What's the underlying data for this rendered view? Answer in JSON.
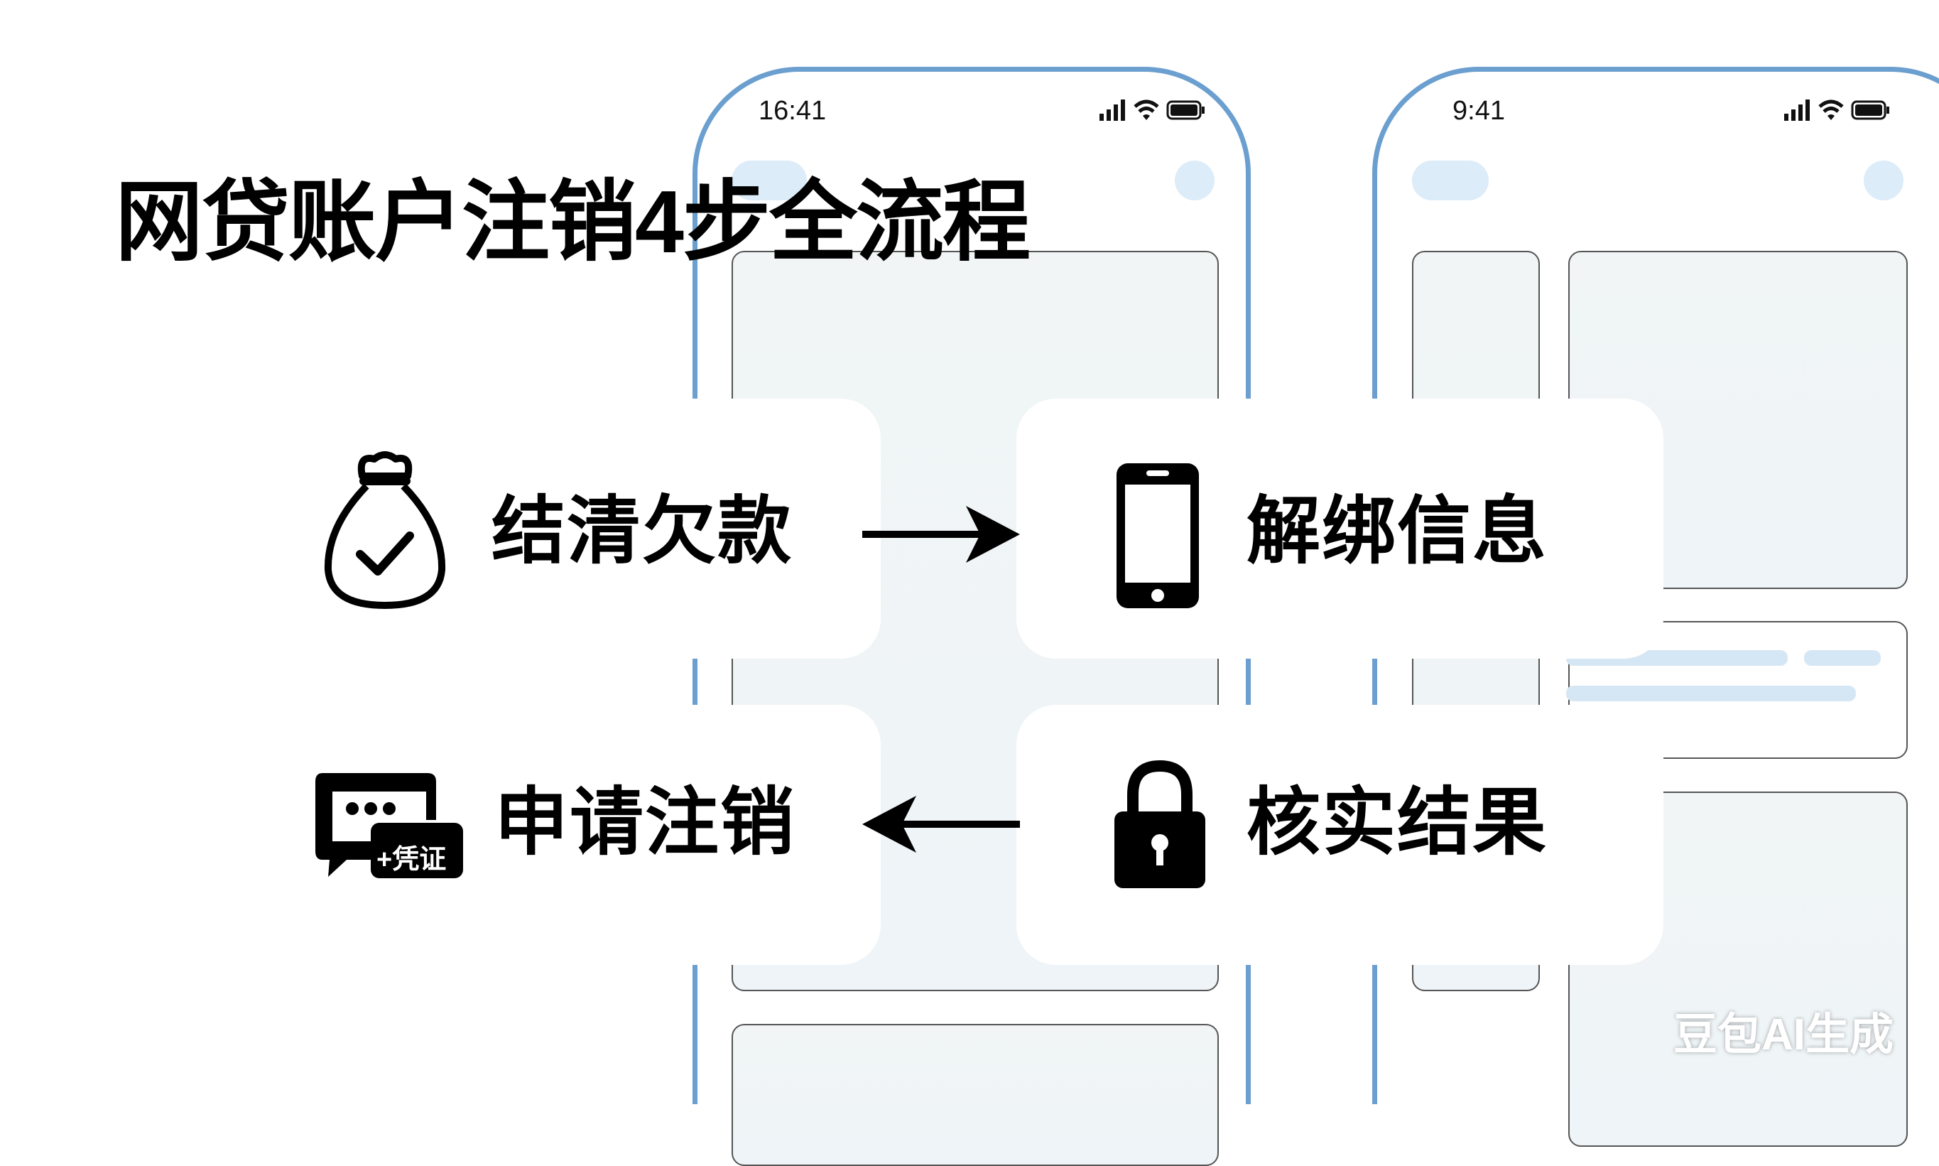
{
  "title": "网贷账户注销4步全流程",
  "phones": [
    {
      "time": "16:41"
    },
    {
      "time": "9:41"
    }
  ],
  "steps": [
    {
      "label": "结清欠款",
      "icon": "money-bag-check-icon"
    },
    {
      "label": "解绑信息",
      "icon": "smartphone-icon"
    },
    {
      "label": "核实结果",
      "icon": "padlock-icon"
    },
    {
      "label": "申请注销",
      "icon": "chat-bubble-icon",
      "badge": "+凭证"
    }
  ],
  "watermark": "豆包AI生成",
  "colors": {
    "phone_border": "#6b9fcf",
    "accent_light": "#dcecf8"
  }
}
